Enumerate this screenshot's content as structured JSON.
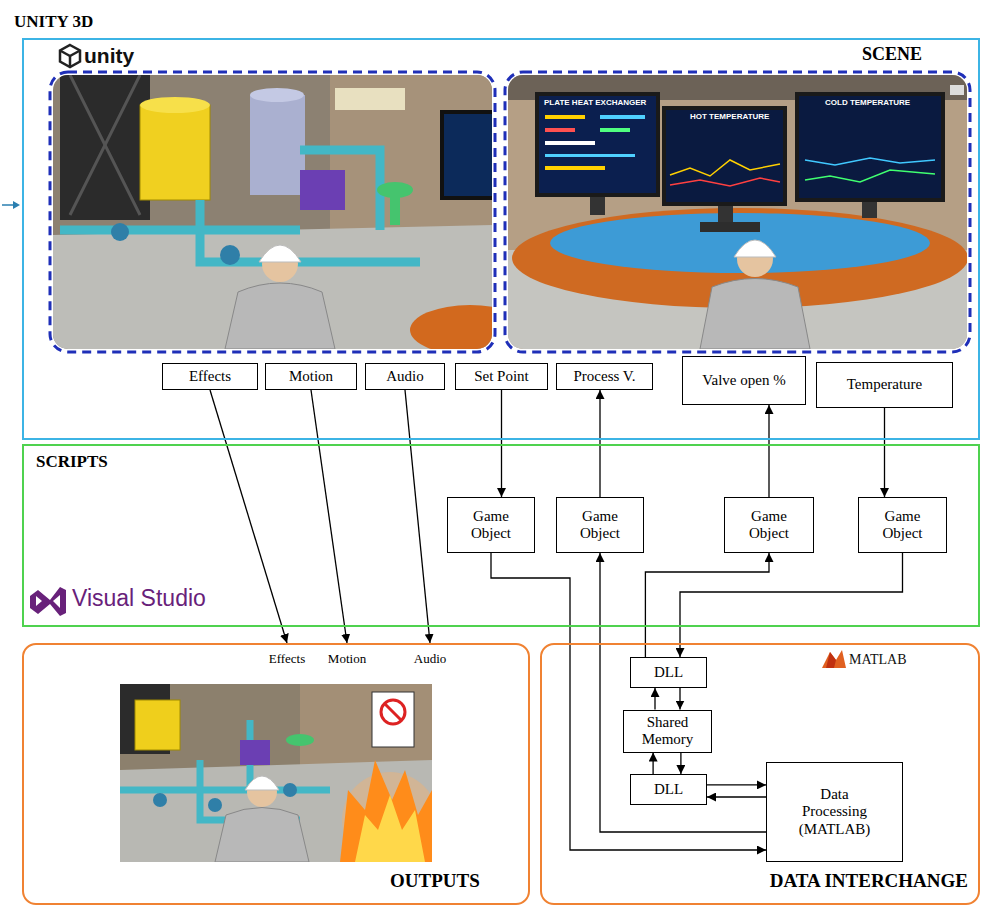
{
  "diagram": {
    "nodes": [
      {
        "text": [
          "UNITY 3D",
          "SCENE"
        ]
      },
      {
        "text": [
          "Effects"
        ],
        "in": 0
      },
      {
        "text": [
          "Motion"
        ],
        "in": 0
      },
      {
        "text": [
          "Audio"
        ],
        "in": 0
      },
      {
        "text": [
          "Set Point"
        ],
        "in": 0
      },
      {
        "text": [
          "Process V."
        ],
        "in": 0
      },
      {
        "text": [
          "Valve open %"
        ],
        "in": 0
      },
      {
        "text": [
          "Temperature"
        ],
        "in": 0
      },
      {
        "text": [
          "SCRIPTS"
        ]
      },
      {
        "text": [
          "Game Object"
        ],
        "in": 8
      },
      {
        "text": [
          "Game Object"
        ],
        "in": 8
      },
      {
        "text": [
          "Game Object"
        ],
        "in": 8
      },
      {
        "text": [
          "Game Object"
        ],
        "in": 8
      },
      {
        "text": [
          "Effects",
          "Motion",
          "Audio",
          "OUTPUTS"
        ]
      },
      {
        "text": [
          "DATA INTERCHANGE"
        ]
      },
      {
        "text": [
          "DLL"
        ],
        "in": 14
      },
      {
        "text": [
          "Shared Memory"
        ],
        "in": 14
      },
      {
        "text": [
          "DLL"
        ],
        "in": 14
      },
      {
        "text": [
          "Data Processing (MATLAB)"
        ],
        "in": 14
      }
    ],
    "edges": [
      {
        "from": 1,
        "to": 13,
        "arrow": "to"
      },
      {
        "from": 2,
        "to": 13,
        "arrow": "to"
      },
      {
        "from": 3,
        "to": 13,
        "arrow": "to"
      },
      {
        "from": 4,
        "to": 9,
        "arrow": "to"
      },
      {
        "from": 10,
        "to": 5,
        "arrow": "to"
      },
      {
        "from": 11,
        "to": 6,
        "arrow": "to"
      },
      {
        "from": 7,
        "to": 12,
        "arrow": "to"
      },
      {
        "from": 9,
        "to": 18,
        "arrow": "to"
      },
      {
        "from": 18,
        "to": 10,
        "arrow": "to"
      },
      {
        "from": 12,
        "to": 15,
        "arrow": "to"
      },
      {
        "from": 15,
        "to": 11,
        "arrow": "to"
      },
      {
        "from": 15,
        "to": 16,
        "arrow": "to"
      },
      {
        "from": 16,
        "to": 15,
        "arrow": "to"
      },
      {
        "from": 16,
        "to": 17,
        "arrow": "to"
      },
      {
        "from": 17,
        "to": 16,
        "arrow": "to"
      },
      {
        "from": 17,
        "to": 18,
        "arrow": "to"
      },
      {
        "from": 18,
        "to": 17,
        "arrow": "to"
      }
    ],
    "labels": [
      "unity",
      "PLATE HEAT EXCHANGER",
      "HOT TEMPERATURE",
      "COLD TEMPERATURE",
      "Visual Studio",
      "MATLAB"
    ]
  }
}
